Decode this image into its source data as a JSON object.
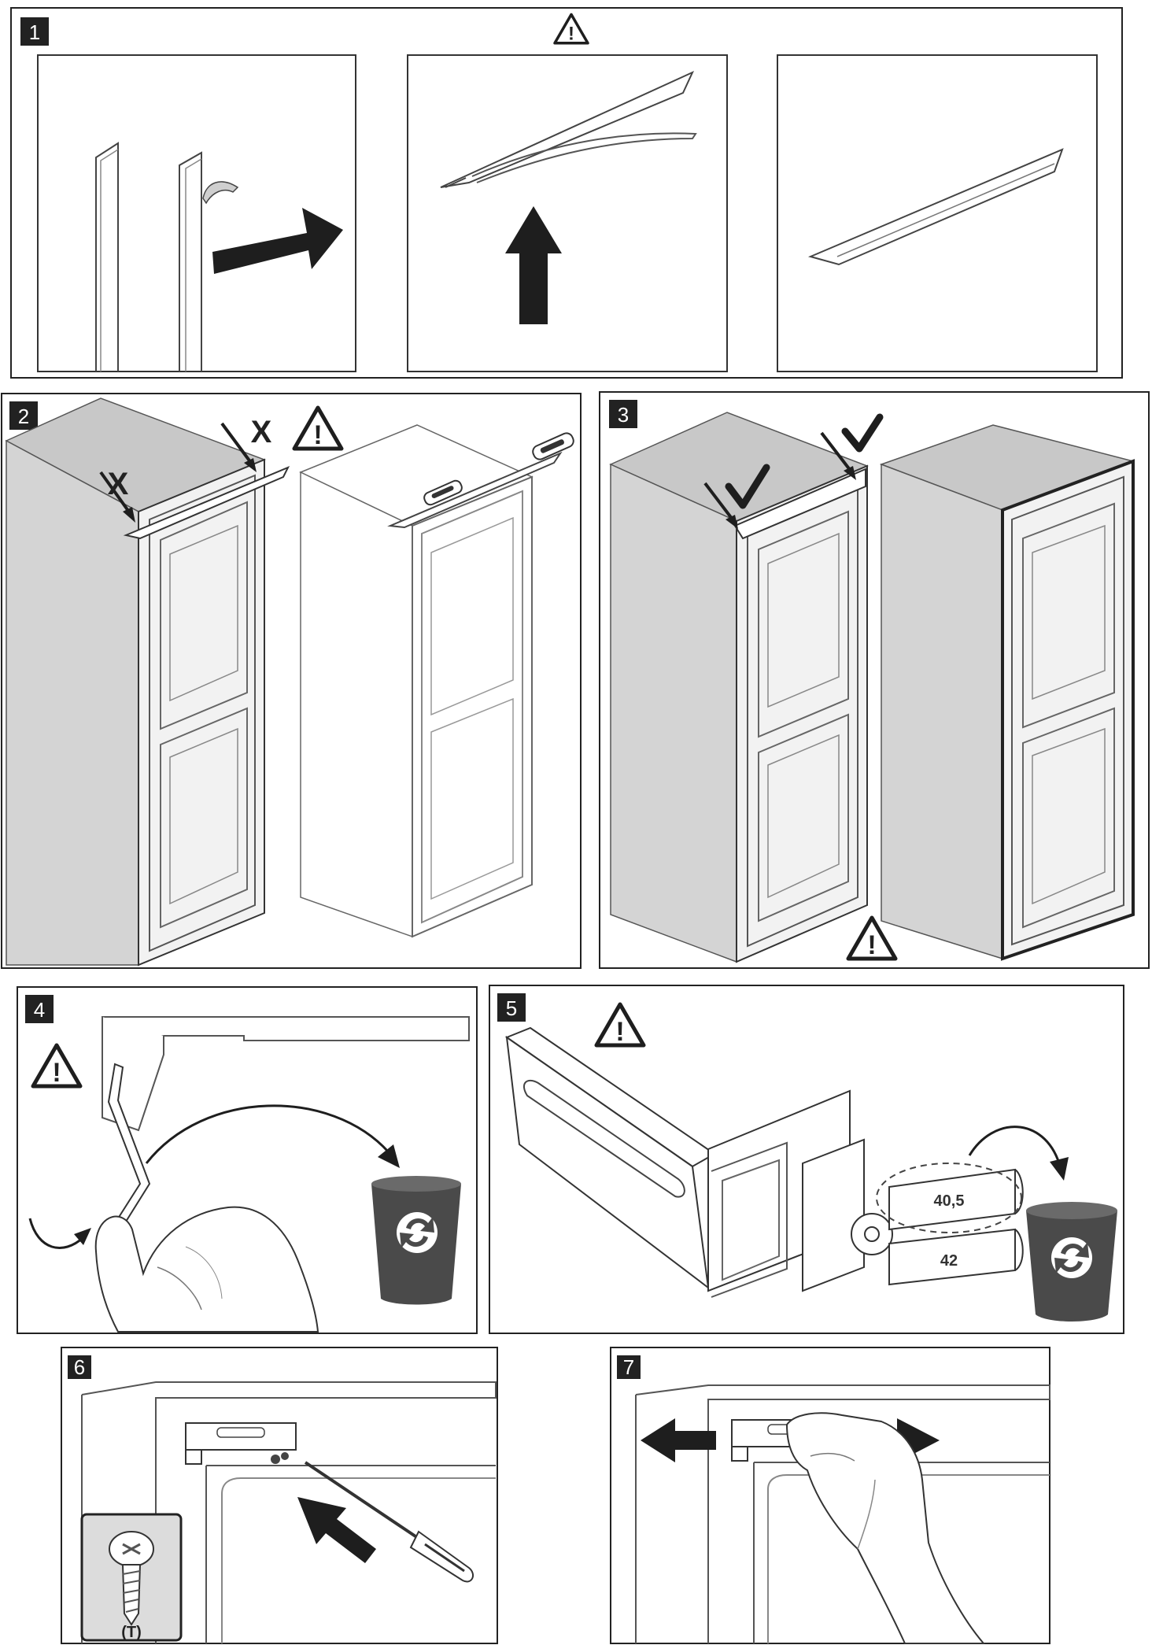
{
  "steps": [
    {
      "number": "1"
    },
    {
      "number": "2"
    },
    {
      "number": "3"
    },
    {
      "number": "4"
    },
    {
      "number": "5"
    },
    {
      "number": "6"
    },
    {
      "number": "7"
    }
  ],
  "marks": {
    "step2_cross_left": "X",
    "step2_cross_right": "X",
    "warning_glyph": "!"
  },
  "step5": {
    "spacer_upper_label": "40,5",
    "spacer_lower_label": "42"
  },
  "step6": {
    "screw_type_label": "(T)"
  },
  "colors": {
    "panel_border": "#222222",
    "cabinet_side": "#d4d4d4",
    "cabinet_top": "#c8c8c8",
    "bin": "#4a4a4a",
    "arrow": "#1e1e1e",
    "badge": "#222222"
  }
}
